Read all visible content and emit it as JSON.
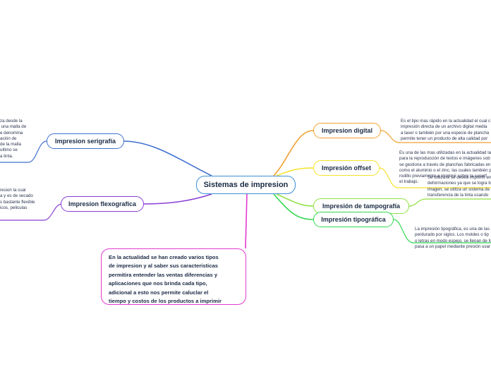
{
  "central": {
    "label": "Sistemas de impresion",
    "color": "#3d8fd6"
  },
  "left_branches": [
    {
      "label": "Impresion serigrafía",
      "color": "#3f6fd1"
    },
    {
      "label": "Impresion flexografica",
      "color": "#8a3fd6"
    }
  ],
  "right_branches": [
    {
      "label": "Impresion digital",
      "color": "#f0a030"
    },
    {
      "label": "Impresión offset",
      "color": "#f5e22a"
    },
    {
      "label": "Impresión de tampografía",
      "color": "#8fe040"
    },
    {
      "label": "Impresión tipográfica",
      "color": "#2fd850"
    }
  ],
  "notes": {
    "serigrafia": "za desde la\n una malla de\ne denomina\nación de\nde la malla\nultimo se\na tinta.",
    "flexografica": "resion la cual\na y es de secado\ns bastante flexible\nicos, peliculas",
    "digital": "Es el tipo mas rápido en la actualidad el cual c\nimpresión directa de un archivo digital media\na laser o también por una especie de plancha\npermite tener un producto de alta calidad por",
    "offset": "Es una de las mas utilizadas en la actualidad la\npara la reproducción de textos e imágenes sob\nse gestiona a través de planchas fabricadas en\ncomo el aluminio o el zinc, las cuales también p\nrodillo previamente a imprimir sobre la superf\nel trabajo.",
    "tampografia": "Se utiliza si se desea imprimir en\ndeformaciones ya que se logra b\nimagen, se utiliza un sistema de\ntransferencia de la tinta usando",
    "tipografica": "La impresión tipográfica, es una de las\nperdurado por siglos. Los moldes o tip\no letras en modo espejo, se llenan de ti\npasa a un papel mediante presión usar"
  },
  "pink_note": {
    "text": "En la actualidad se han creado varios tipos\nde impresion y al saber sus caracteristicas\npermitira entender las ventas diferencias y\naplicaciones que nos brinda cada tipo,\nadicional a esto nos permite caluclar el\ntiempo y costos de los productos a imprimir",
    "color": "#e23ad0"
  }
}
